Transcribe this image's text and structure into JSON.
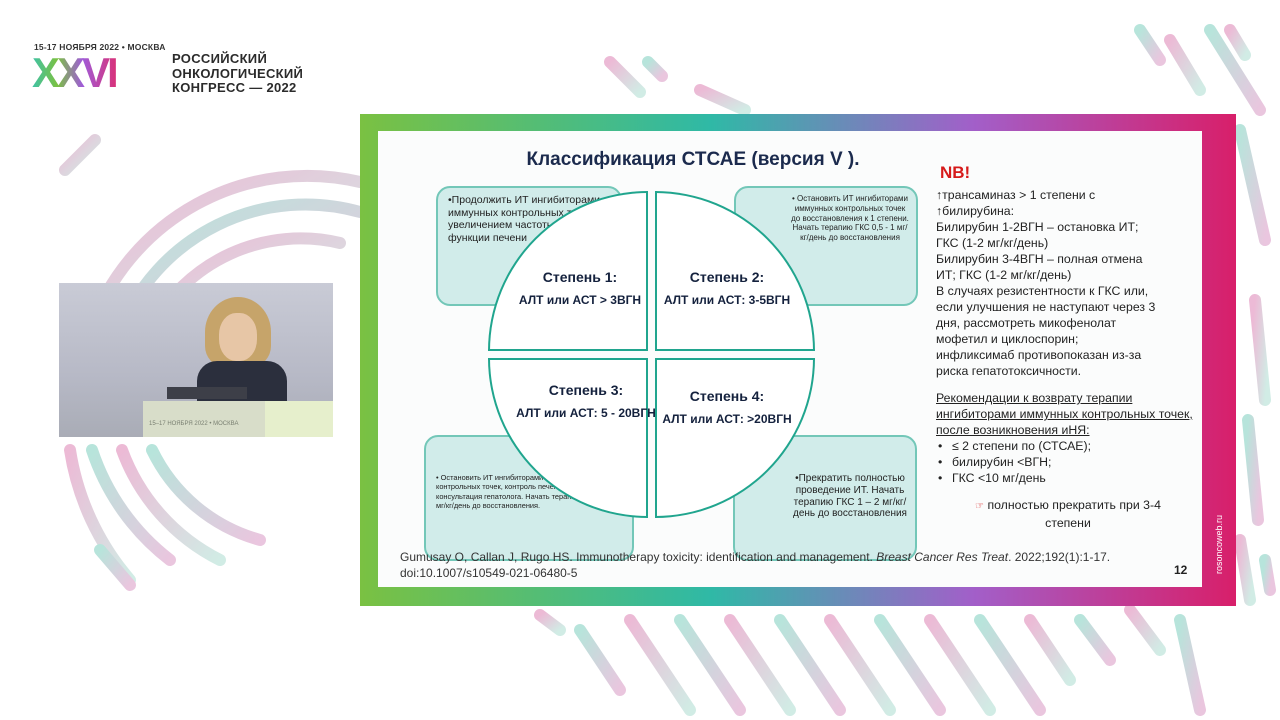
{
  "conference": {
    "dates": "15-17 НОЯБРЯ 2022 • МОСКВА",
    "numeral": "XXVI",
    "name_lines": [
      "РОССИЙСКИЙ",
      "ОНКОЛОГИЧЕСКИЙ",
      "КОНГРЕСС — 2022"
    ]
  },
  "video": {
    "podium_label": "15–17 НОЯБРЯ 2022 • МОСКВА"
  },
  "slide": {
    "title": "Классификация СТСАЕ (версия V ).",
    "grades": [
      {
        "title": "Степень 1:",
        "text": "АЛТ или АСТ > 3ВГН"
      },
      {
        "title": "Степень 2:",
        "text": "АЛТ или АСТ: 3-5ВГН"
      },
      {
        "title": "Степень 3:",
        "text": "АЛТ или АСТ: 5 - 20ВГН"
      },
      {
        "title": "Степень 4:",
        "text": "АЛТ или АСТ: >20ВГН"
      }
    ],
    "actions": {
      "grade1": "•Продолжить ИТ ингибиторами иммунных контрольных точек с увеличением частоты оценки функции печени",
      "grade2": "• Остановить ИТ ингибиторами иммунных контрольных точек до восстановления к 1 степени. Начать терапию ГКС 0,5 - 1 мг/кг/день до восстановления",
      "grade3": "• Остановить ИТ ингибиторами иммунных контрольных точек, контроль печеночных ферментов, консультация гепатолога. Начать терапию ГКС 1 – 2 мг/кг/день до восстановления.",
      "grade4": "•Прекратить полностью проведение ИТ. Начать терапию ГКС 1 – 2 мг/кг/день до восстановления"
    },
    "nb_label": "NB!",
    "notes": [
      "↑трансаминаз > 1 степени с",
      "↑билирубина:",
      "Билирубин 1-2ВГН – остановка ИТ;",
      "ГКС (1-2 мг/кг/день)",
      "Билирубин 3-4ВГН – полная отмена",
      "ИТ; ГКС (1-2 мг/кг/день)",
      "В случаях резистентности к ГКС или,",
      "если улучшения не наступают через 3",
      "дня, рассмотреть микофенолат",
      "мофетил и циклоспорин;",
      "инфликсимаб противопоказан из-за",
      "риска гепатотоксичности."
    ],
    "recommendations_title": "Рекомендации к возврату терапии ингибиторами иммунных контрольных точек, после возникновения иНЯ:",
    "recommendations": [
      "≤ 2 степени по (СТСАЕ);",
      "билирубин <ВГН;",
      "ГКС <10 мг/день"
    ],
    "stop_text": "полностью прекратить при 3-4 степени",
    "reference_prefix": "Gumusay O, Callan J, Rugo HS. Immunotherapy toxicity: identification and management. ",
    "reference_journal": "Breast Cancer Res Treat",
    "reference_suffix": ". 2022;192(1):1-17. doi:10.1007/s10549-021-06480-5",
    "page_number": "12",
    "side_brand": "rosoncoweb.ru"
  },
  "colors": {
    "accent_green": "#7ac142",
    "accent_teal": "#2fb9a6",
    "accent_pink": "#d81f6a",
    "accent_purple": "#a25fc9",
    "box_fill": "#d1ecea",
    "nb_red": "#d61a1a"
  }
}
